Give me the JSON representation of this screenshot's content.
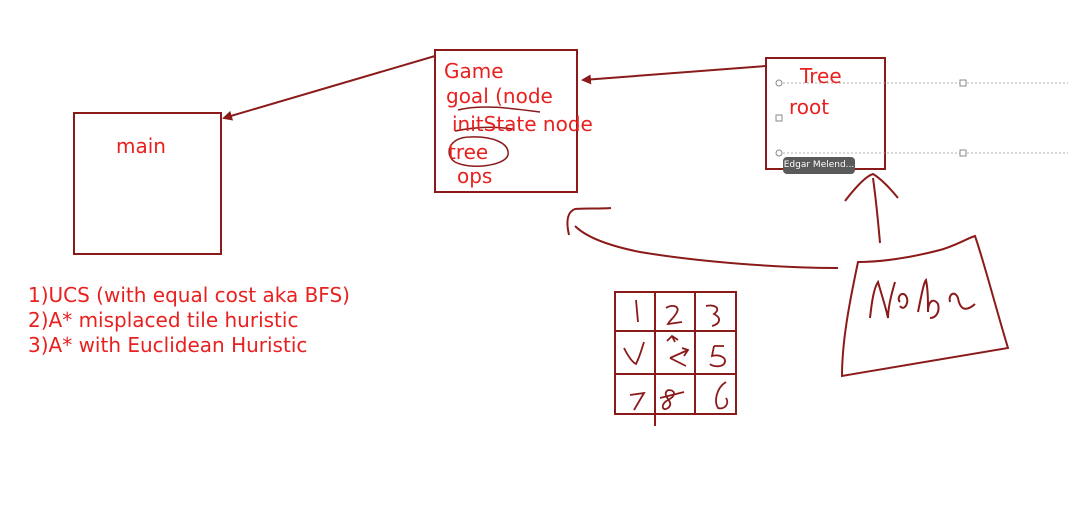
{
  "colors": {
    "ink": "#8b1a1a",
    "text": "#e8201f",
    "selection": "#b0b0b0",
    "tooltip_bg": "#5a5a5a"
  },
  "boxes": {
    "main": {
      "title": "main"
    },
    "game": {
      "title": "Game",
      "fields": [
        "goal (node",
        "initState node",
        "tree",
        "ops"
      ]
    },
    "tree": {
      "title": "Tree",
      "fields": [
        "root"
      ]
    }
  },
  "list": [
    "1)UCS (with equal cost aka BFS)",
    "2)A* misplaced tile huristic",
    "3)A* with Euclidean Huristic"
  ],
  "tooltip": {
    "author": "Edgar Melend..."
  },
  "icons": [
    "selection-handle-icon"
  ]
}
